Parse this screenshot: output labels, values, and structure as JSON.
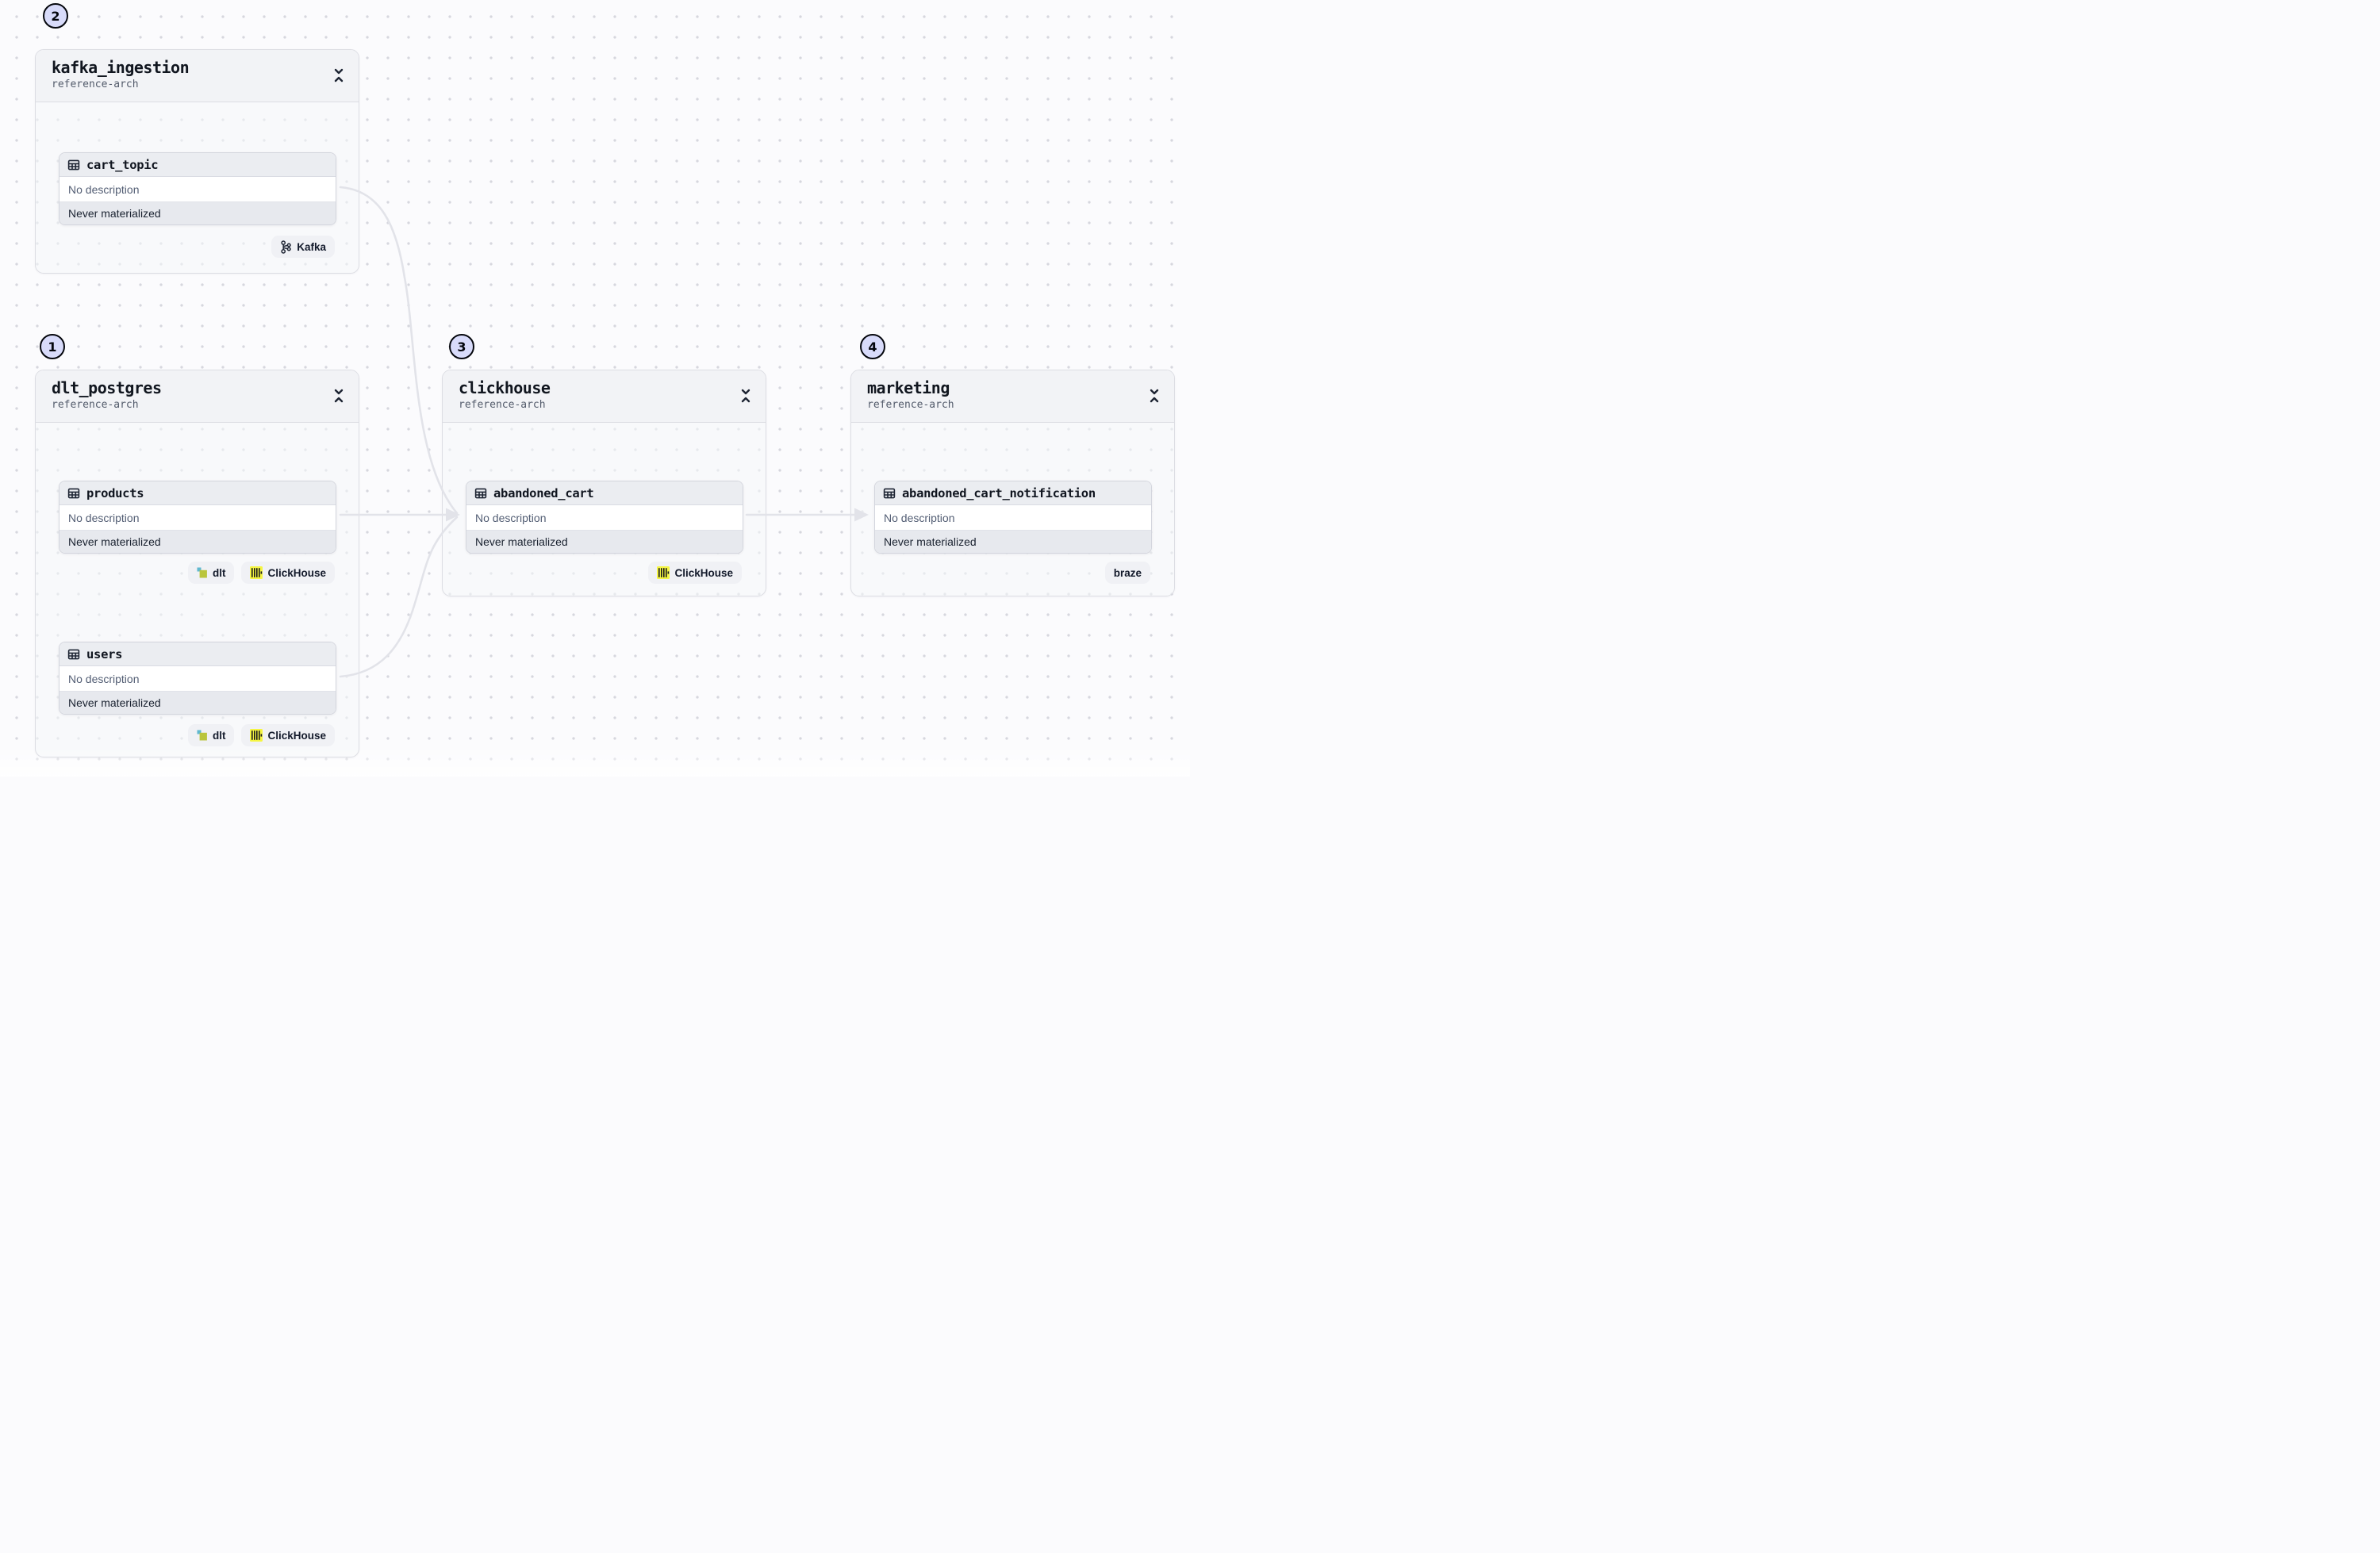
{
  "canvas": {
    "background": "#fbfbfd",
    "dot_color": "#d6d7de",
    "edge_color": "#e2e3e9",
    "annotation_circle_fill": "#d8dbfa",
    "clickhouse_yellow": "#f5f542",
    "dlt_teal": "#5fb8d0",
    "dlt_olive": "#bac53c"
  },
  "groups": [
    {
      "step": "2",
      "name": "kafka_ingestion",
      "subtitle": "reference-arch",
      "collapse_icon": "collapse-vertical-icon",
      "assets": [
        {
          "name": "cart_topic",
          "description": "No description",
          "status": "Never materialized",
          "badges": [
            {
              "label": "Kafka",
              "icon": "kafka-icon"
            }
          ]
        }
      ]
    },
    {
      "step": "1",
      "name": "dlt_postgres",
      "subtitle": "reference-arch",
      "collapse_icon": "collapse-vertical-icon",
      "assets": [
        {
          "name": "products",
          "description": "No description",
          "status": "Never materialized",
          "badges": [
            {
              "label": "dlt",
              "icon": "dlt-icon"
            },
            {
              "label": "ClickHouse",
              "icon": "clickhouse-icon"
            }
          ]
        },
        {
          "name": "users",
          "description": "No description",
          "status": "Never materialized",
          "badges": [
            {
              "label": "dlt",
              "icon": "dlt-icon"
            },
            {
              "label": "ClickHouse",
              "icon": "clickhouse-icon"
            }
          ]
        }
      ]
    },
    {
      "step": "3",
      "name": "clickhouse",
      "subtitle": "reference-arch",
      "collapse_icon": "collapse-vertical-icon",
      "assets": [
        {
          "name": "abandoned_cart",
          "description": "No description",
          "status": "Never materialized",
          "badges": [
            {
              "label": "ClickHouse",
              "icon": "clickhouse-icon"
            }
          ]
        }
      ]
    },
    {
      "step": "4",
      "name": "marketing",
      "subtitle": "reference-arch",
      "collapse_icon": "collapse-vertical-icon",
      "assets": [
        {
          "name": "abandoned_cart_notification",
          "description": "No description",
          "status": "Never materialized",
          "badges": [
            {
              "label": "braze",
              "icon": null
            }
          ]
        }
      ]
    }
  ],
  "edges": [
    {
      "from": "cart_topic",
      "to": "abandoned_cart"
    },
    {
      "from": "products",
      "to": "abandoned_cart"
    },
    {
      "from": "users",
      "to": "abandoned_cart"
    },
    {
      "from": "abandoned_cart",
      "to": "abandoned_cart_notification"
    }
  ]
}
